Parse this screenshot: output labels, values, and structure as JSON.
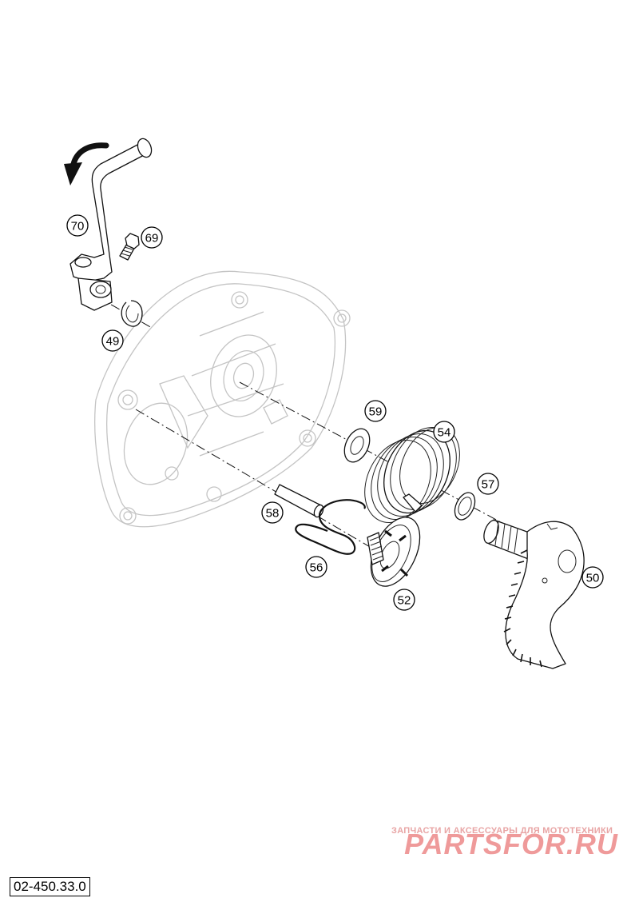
{
  "diagram": {
    "drawing_code": "02-450.33.0",
    "callouts": [
      {
        "id": "c70",
        "label": "70"
      },
      {
        "id": "c69",
        "label": "69"
      },
      {
        "id": "c49",
        "label": "49"
      },
      {
        "id": "c59",
        "label": "59"
      },
      {
        "id": "c54",
        "label": "54"
      },
      {
        "id": "c57",
        "label": "57"
      },
      {
        "id": "c58",
        "label": "58"
      },
      {
        "id": "c56",
        "label": "56"
      },
      {
        "id": "c52",
        "label": "52"
      },
      {
        "id": "c50",
        "label": "50"
      }
    ]
  },
  "watermark": {
    "tagline": "ЗАПЧАСТИ И АКСЕССУАРЫ ДЛЯ МОТОТЕХНИКИ",
    "logo_text": "PARTSFOR.RU"
  },
  "colors": {
    "line": "#111111",
    "housing_line": "#c4c4c4",
    "watermark": "#e8a4a4"
  }
}
